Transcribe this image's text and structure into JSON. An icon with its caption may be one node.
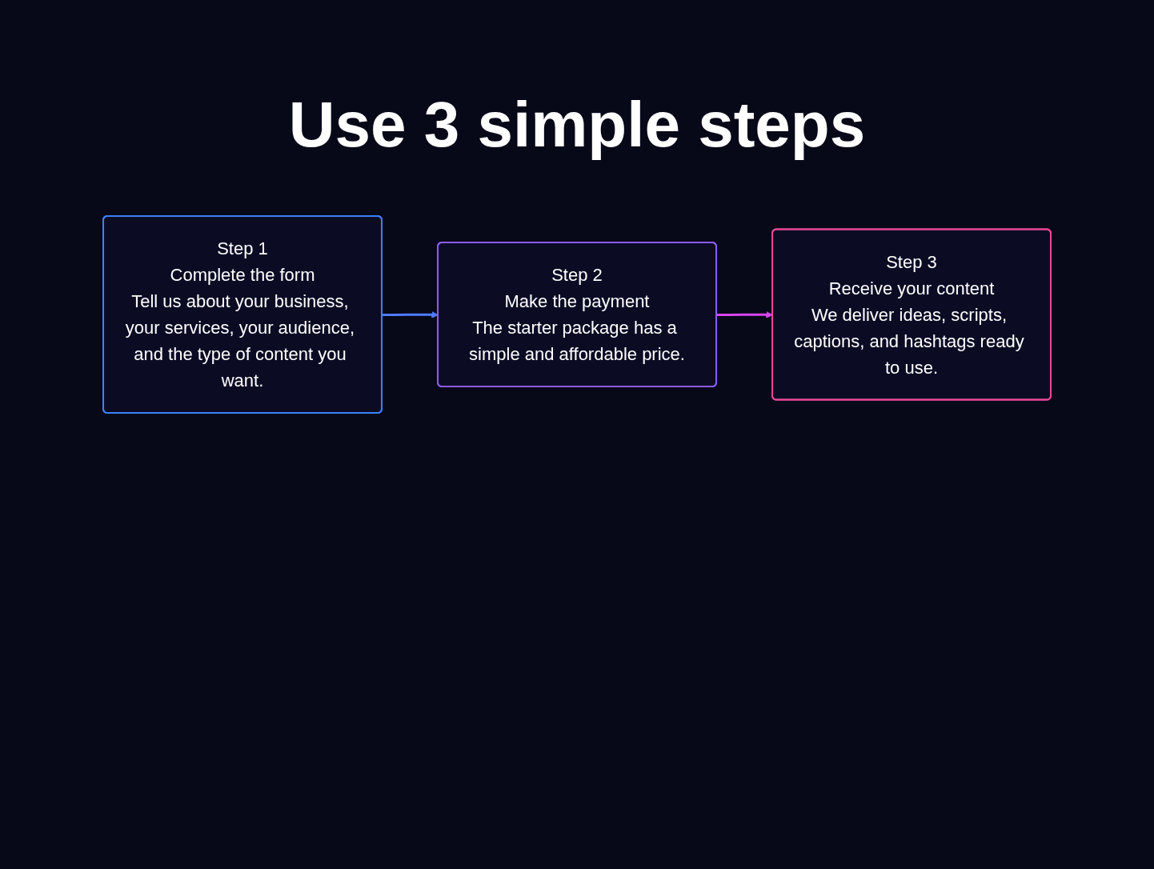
{
  "diagram": {
    "title": "Use 3 simple steps",
    "nodes": [
      {
        "text": [
          "Step 1",
          "Complete the form",
          "Tell us about your business, your services, your audience, and the type of content you want."
        ]
      },
      {
        "text": [
          "Step 2",
          "Make the payment",
          "The starter package has a simple and affordable price."
        ]
      },
      {
        "text": [
          "Step 3",
          "Receive your content",
          "We deliver ideas, scripts, captions, and hashtags ready to use."
        ]
      }
    ],
    "edges": [
      {
        "from": 0,
        "to": 1,
        "arrow": "to",
        "color": "#4f7bff"
      },
      {
        "from": 1,
        "to": 2,
        "arrow": "to",
        "color": "#d946ef"
      }
    ]
  }
}
